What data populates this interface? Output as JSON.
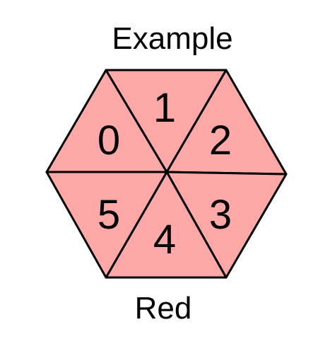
{
  "diagram": {
    "title": "Example",
    "caption": "Red",
    "fill_color": "#ffa8a8",
    "stroke_color": "#000000",
    "triangles": [
      {
        "label": "0"
      },
      {
        "label": "1"
      },
      {
        "label": "2"
      },
      {
        "label": "3"
      },
      {
        "label": "4"
      },
      {
        "label": "5"
      }
    ]
  }
}
